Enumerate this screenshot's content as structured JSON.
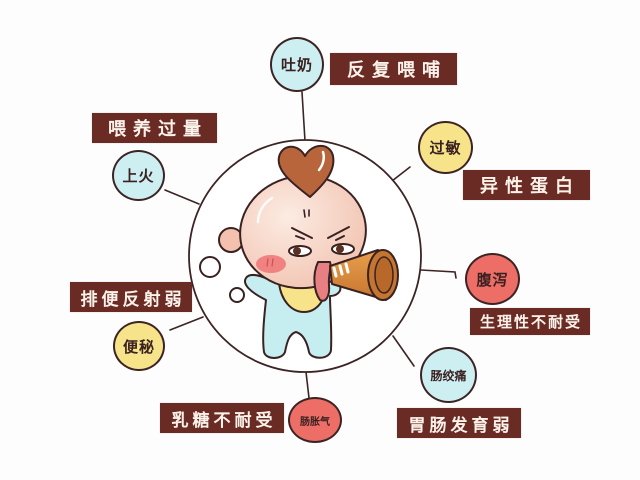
{
  "diagram": {
    "center_illustration": "baby-drinking-bottle-icon",
    "nodes": [
      {
        "symptom": "吐奶",
        "cause": "反复喂哺",
        "color": "#cdeff1"
      },
      {
        "symptom": "上火",
        "cause": "喂养过量",
        "color": "#cdeff1"
      },
      {
        "symptom": "过敏",
        "cause": "异性蛋白",
        "color": "#f6e38a"
      },
      {
        "symptom": "腹泻",
        "cause": "生理性不耐受",
        "color": "#ec6e66"
      },
      {
        "symptom": "肠绞痛",
        "cause": "胃肠发育弱",
        "color": "#cdeff1"
      },
      {
        "symptom": "肠胀气",
        "cause": "乳糖不耐受",
        "color": "#ec6e66"
      },
      {
        "symptom": "便秘",
        "cause": "排便反射弱",
        "color": "#f6e38a"
      }
    ]
  },
  "colors": {
    "label_background": "#6b2b25",
    "label_text": "#fbf3ea",
    "outline": "#3d2424",
    "heart": "#b8653b",
    "onesie": "#c6eef0",
    "bib": "#f7e48a",
    "bottle": "#d98a3e"
  }
}
